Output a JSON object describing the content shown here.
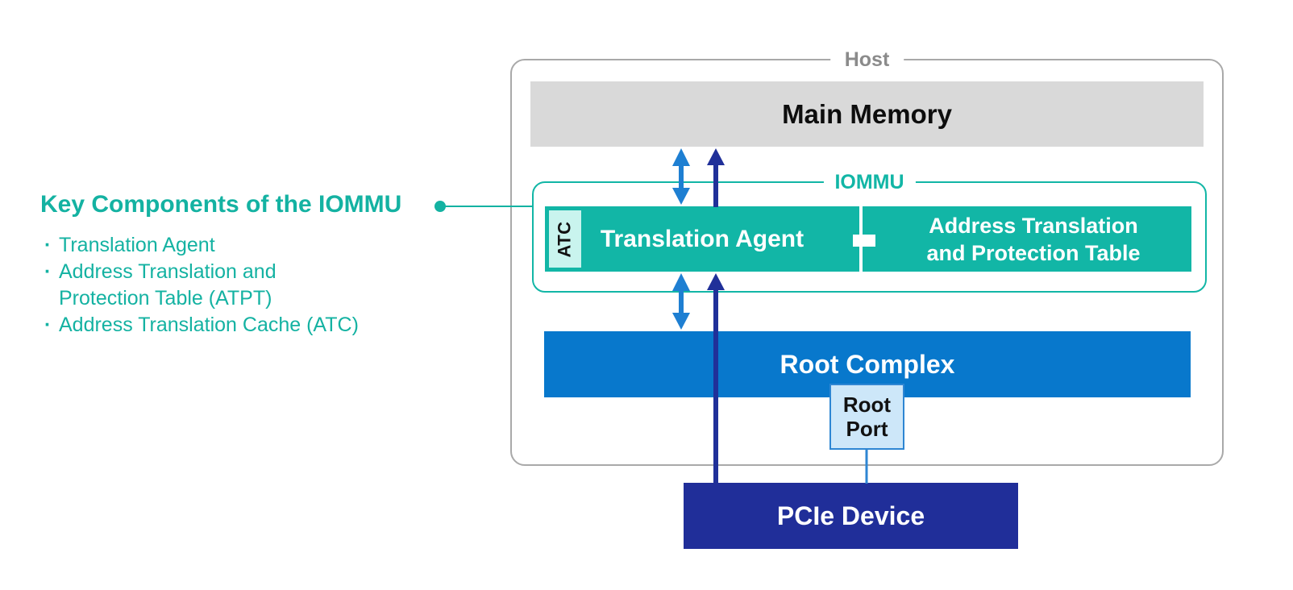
{
  "callout": {
    "heading": "Key Components of the IOMMU",
    "items": [
      {
        "lines": [
          "Translation Agent"
        ]
      },
      {
        "lines": [
          "Address Translation and",
          "Protection Table (ATPT)"
        ]
      },
      {
        "lines": [
          "Address Translation Cache (ATC)"
        ]
      }
    ]
  },
  "host": {
    "label": "Host",
    "main_memory_label": "Main Memory",
    "iommu": {
      "label": "IOMMU",
      "atc_label": "ATC",
      "translation_agent_label": "Translation Agent",
      "atpt_lines": [
        "Address Translation",
        "and Protection Table"
      ]
    },
    "root_complex_label": "Root Complex",
    "root_port_lines": [
      "Root",
      "Port"
    ],
    "pcie_device_label": "PCIe Device"
  },
  "colors": {
    "teal": "#12b6a6",
    "teal_text": "#14b2a2",
    "atc_mint": "#c9f4ee",
    "memory_gray": "#d9d9d9",
    "host_border_gray": "#a9a9a9",
    "host_label_gray": "#8b8b8b",
    "root_complex_blue": "#0878cc",
    "root_port_fill": "#cde7f9",
    "root_port_border": "#2e86d3",
    "pcie_navy": "#202e99",
    "arrow_blue": "#1e7fd2",
    "arrow_navy": "#203099"
  }
}
